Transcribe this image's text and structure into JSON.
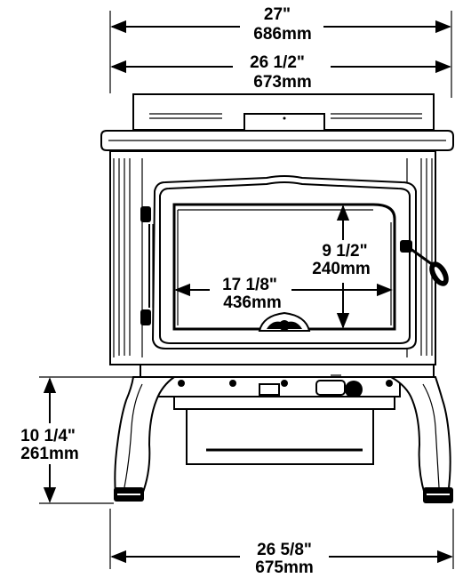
{
  "dimensions": {
    "top_overall": {
      "imperial": "27\"",
      "metric": "686mm"
    },
    "top_inner": {
      "imperial": "26 1/2\"",
      "metric": "673mm"
    },
    "door_height": {
      "imperial": "9 1/2\"",
      "metric": "240mm"
    },
    "door_width": {
      "imperial": "17 1/8\"",
      "metric": "436mm"
    },
    "leg_height": {
      "imperial": "10 1/4\"",
      "metric": "261mm"
    },
    "base_width": {
      "imperial": "26 5/8\"",
      "metric": "675mm"
    }
  },
  "colors": {
    "line": "#000000",
    "background": "#ffffff"
  }
}
